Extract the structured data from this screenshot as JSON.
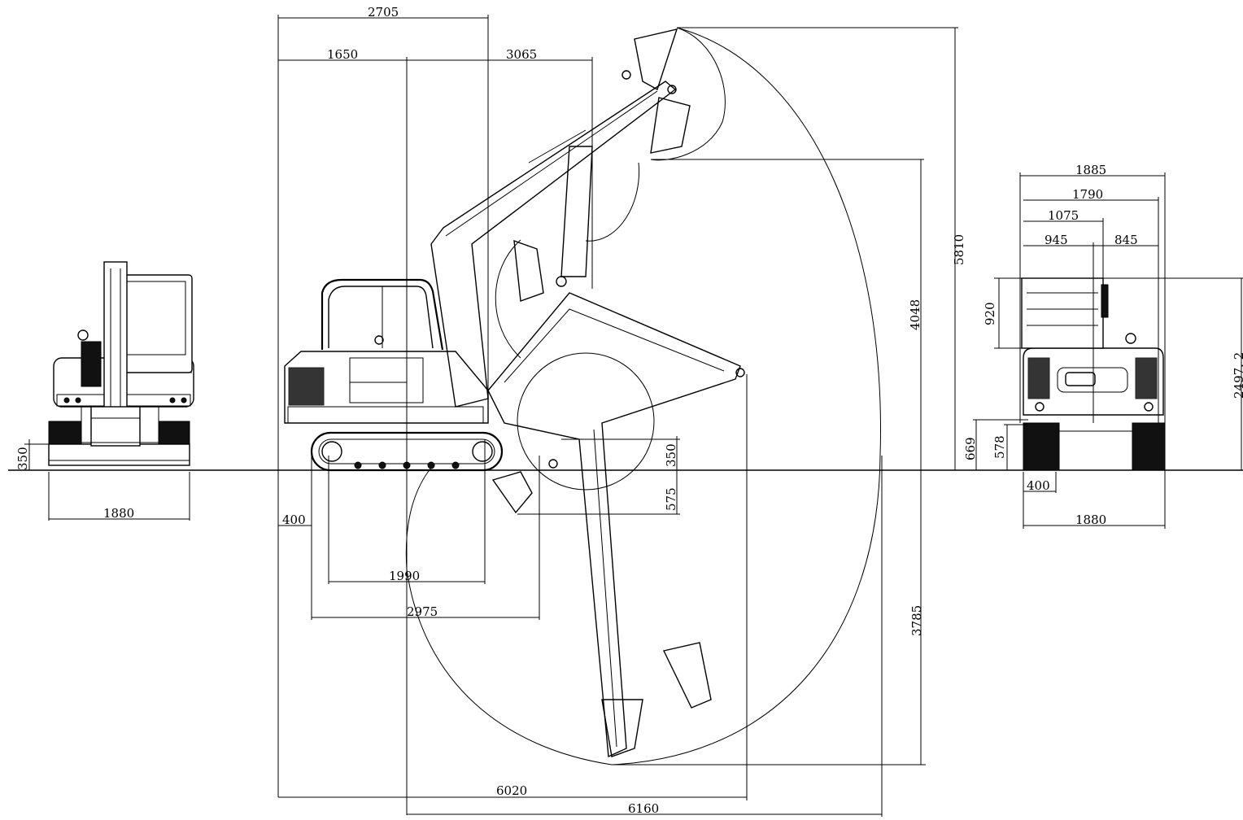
{
  "dimensions": {
    "top_2705": "2705",
    "top_1650": "1650",
    "top_3065": "3065",
    "right_5810": "5810",
    "right_4048": "4048",
    "right_3785": "3785",
    "mid_350": "350",
    "mid_575": "575",
    "left_400": "400",
    "low_1990": "1990",
    "low_2975": "2975",
    "bottom_6020": "6020",
    "bottom_6160": "6160",
    "front_350": "350",
    "front_1880": "1880",
    "rear_1885": "1885",
    "rear_1790": "1790",
    "rear_1075": "1075",
    "rear_945": "945",
    "rear_845": "845",
    "rear_920": "920",
    "rear_669": "669",
    "rear_578": "578",
    "rear_400": "400",
    "rear_1880": "1880",
    "rear_2497": "2497. 2"
  }
}
